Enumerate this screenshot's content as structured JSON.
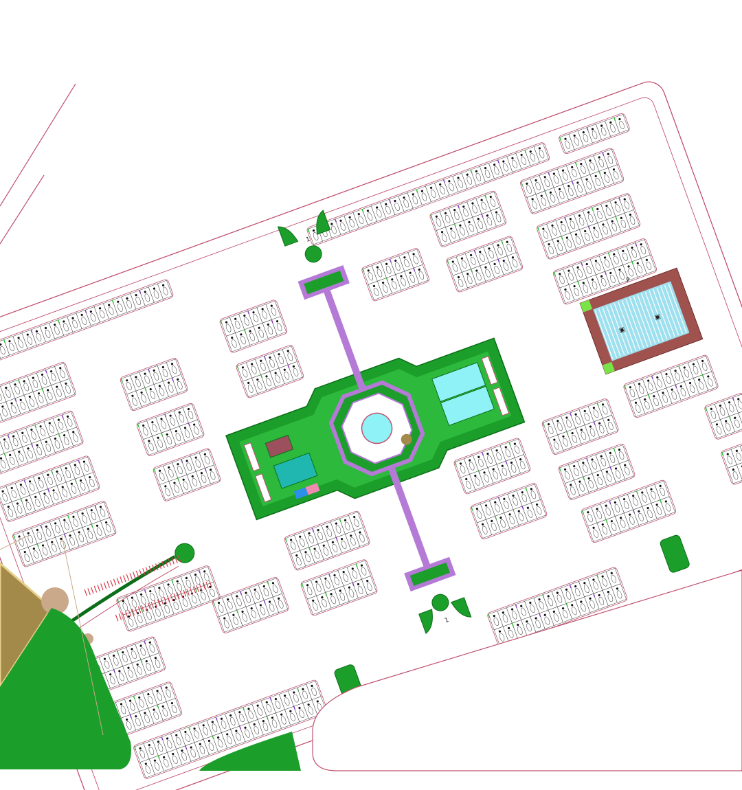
{
  "plan": {
    "labels": {
      "entrance_top": "1",
      "entrance_bottom": "1",
      "court_label": "P",
      "court_marker_a": "▣",
      "court_marker_b": "▣"
    },
    "colors": {
      "background": "#ffffff",
      "road_line": "#c0506e",
      "lot_outline": "#3a3a3a",
      "lot_fill": "#ffffff",
      "lot_divider_green": "#2fbf2f",
      "lot_divider_purple": "#8a3ac0",
      "park_green": "#1b9e2a",
      "park_light": "#3ccf4a",
      "park_dark": "#0c6e18",
      "purple_walkway": "#b47ad6",
      "pool_cyan": "#8ff2f7",
      "pool_teal": "#1fb7b0",
      "court_brown": "#a0524f",
      "court_blue": "#9fe0ef",
      "sand_tan": "#a38a4a",
      "gravel": "#c9a98a"
    },
    "blocks": [
      {
        "id": "north-edge-left",
        "rows": 1,
        "cols": 24
      },
      {
        "id": "north-edge-right",
        "rows": 1,
        "cols": 26
      },
      {
        "id": "north-top-strip",
        "rows": 1,
        "cols": 7
      },
      {
        "id": "west-1",
        "rows": 2,
        "cols": 11
      },
      {
        "id": "west-2",
        "rows": 2,
        "cols": 10
      },
      {
        "id": "west-3",
        "rows": 2,
        "cols": 10
      },
      {
        "id": "west-4",
        "rows": 2,
        "cols": 10
      },
      {
        "id": "central-west-1",
        "rows": 2,
        "cols": 6
      },
      {
        "id": "central-west-2",
        "rows": 2,
        "cols": 6
      },
      {
        "id": "central-west-3",
        "rows": 2,
        "cols": 6
      },
      {
        "id": "central-north-1",
        "rows": 2,
        "cols": 6
      },
      {
        "id": "central-north-2",
        "rows": 2,
        "cols": 6
      },
      {
        "id": "central-north-3",
        "rows": 2,
        "cols": 6
      },
      {
        "id": "north-east-1",
        "rows": 2,
        "cols": 7
      },
      {
        "id": "north-east-2",
        "rows": 2,
        "cols": 7
      },
      {
        "id": "far-east-1",
        "rows": 2,
        "cols": 10
      },
      {
        "id": "far-east-2",
        "rows": 2,
        "cols": 10
      },
      {
        "id": "far-east-3",
        "rows": 2,
        "cols": 10
      },
      {
        "id": "east-1",
        "rows": 2,
        "cols": 7
      },
      {
        "id": "east-2",
        "rows": 2,
        "cols": 7
      },
      {
        "id": "east-3",
        "rows": 2,
        "cols": 7
      },
      {
        "id": "east-4",
        "rows": 2,
        "cols": 7
      },
      {
        "id": "south-east-1",
        "rows": 2,
        "cols": 9
      },
      {
        "id": "south-east-2",
        "rows": 2,
        "cols": 9
      },
      {
        "id": "south-central-1",
        "rows": 2,
        "cols": 8
      },
      {
        "id": "south-central-2",
        "rows": 2,
        "cols": 7
      },
      {
        "id": "south-central-3",
        "rows": 2,
        "cols": 7
      },
      {
        "id": "south-west-1",
        "rows": 2,
        "cols": 10
      },
      {
        "id": "south-west-2",
        "rows": 2,
        "cols": 10
      },
      {
        "id": "south-west-3",
        "rows": 2,
        "cols": 10
      },
      {
        "id": "south-edge",
        "rows": 2,
        "cols": 20
      },
      {
        "id": "south-east-edge",
        "rows": 2,
        "cols": 14
      },
      {
        "id": "far-east-lower-1",
        "rows": 2,
        "cols": 4
      },
      {
        "id": "far-east-lower-2",
        "rows": 2,
        "cols": 4
      }
    ]
  }
}
